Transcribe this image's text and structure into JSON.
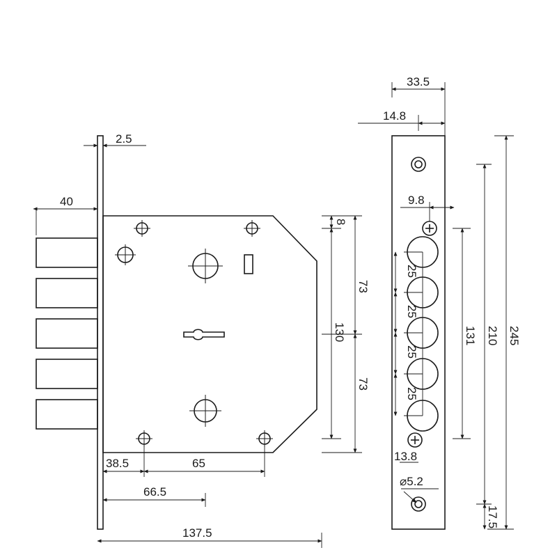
{
  "dimensions": {
    "backplate_thickness": "2.5",
    "bolt_projection": "40",
    "top_offset": "8",
    "upper_half": "73",
    "lower_half": "73",
    "case_height": "130",
    "left_hole_x": "38.5",
    "hole_spacing": "65",
    "backset": "66.5",
    "case_depth": "137.5",
    "faceplate_width": "33.5",
    "faceplate_center": "14.8",
    "bolt_offset": "9.8",
    "bolt_pitch_1": "25",
    "bolt_pitch_2": "25",
    "bolt_pitch_3": "25",
    "bolt_pitch_4": "25",
    "bolt_span": "131",
    "screw_span": "210",
    "faceplate_length": "245",
    "screw_offset": "13.8",
    "hole_diameter": "⌀5.2",
    "end_offset": "17.5"
  }
}
